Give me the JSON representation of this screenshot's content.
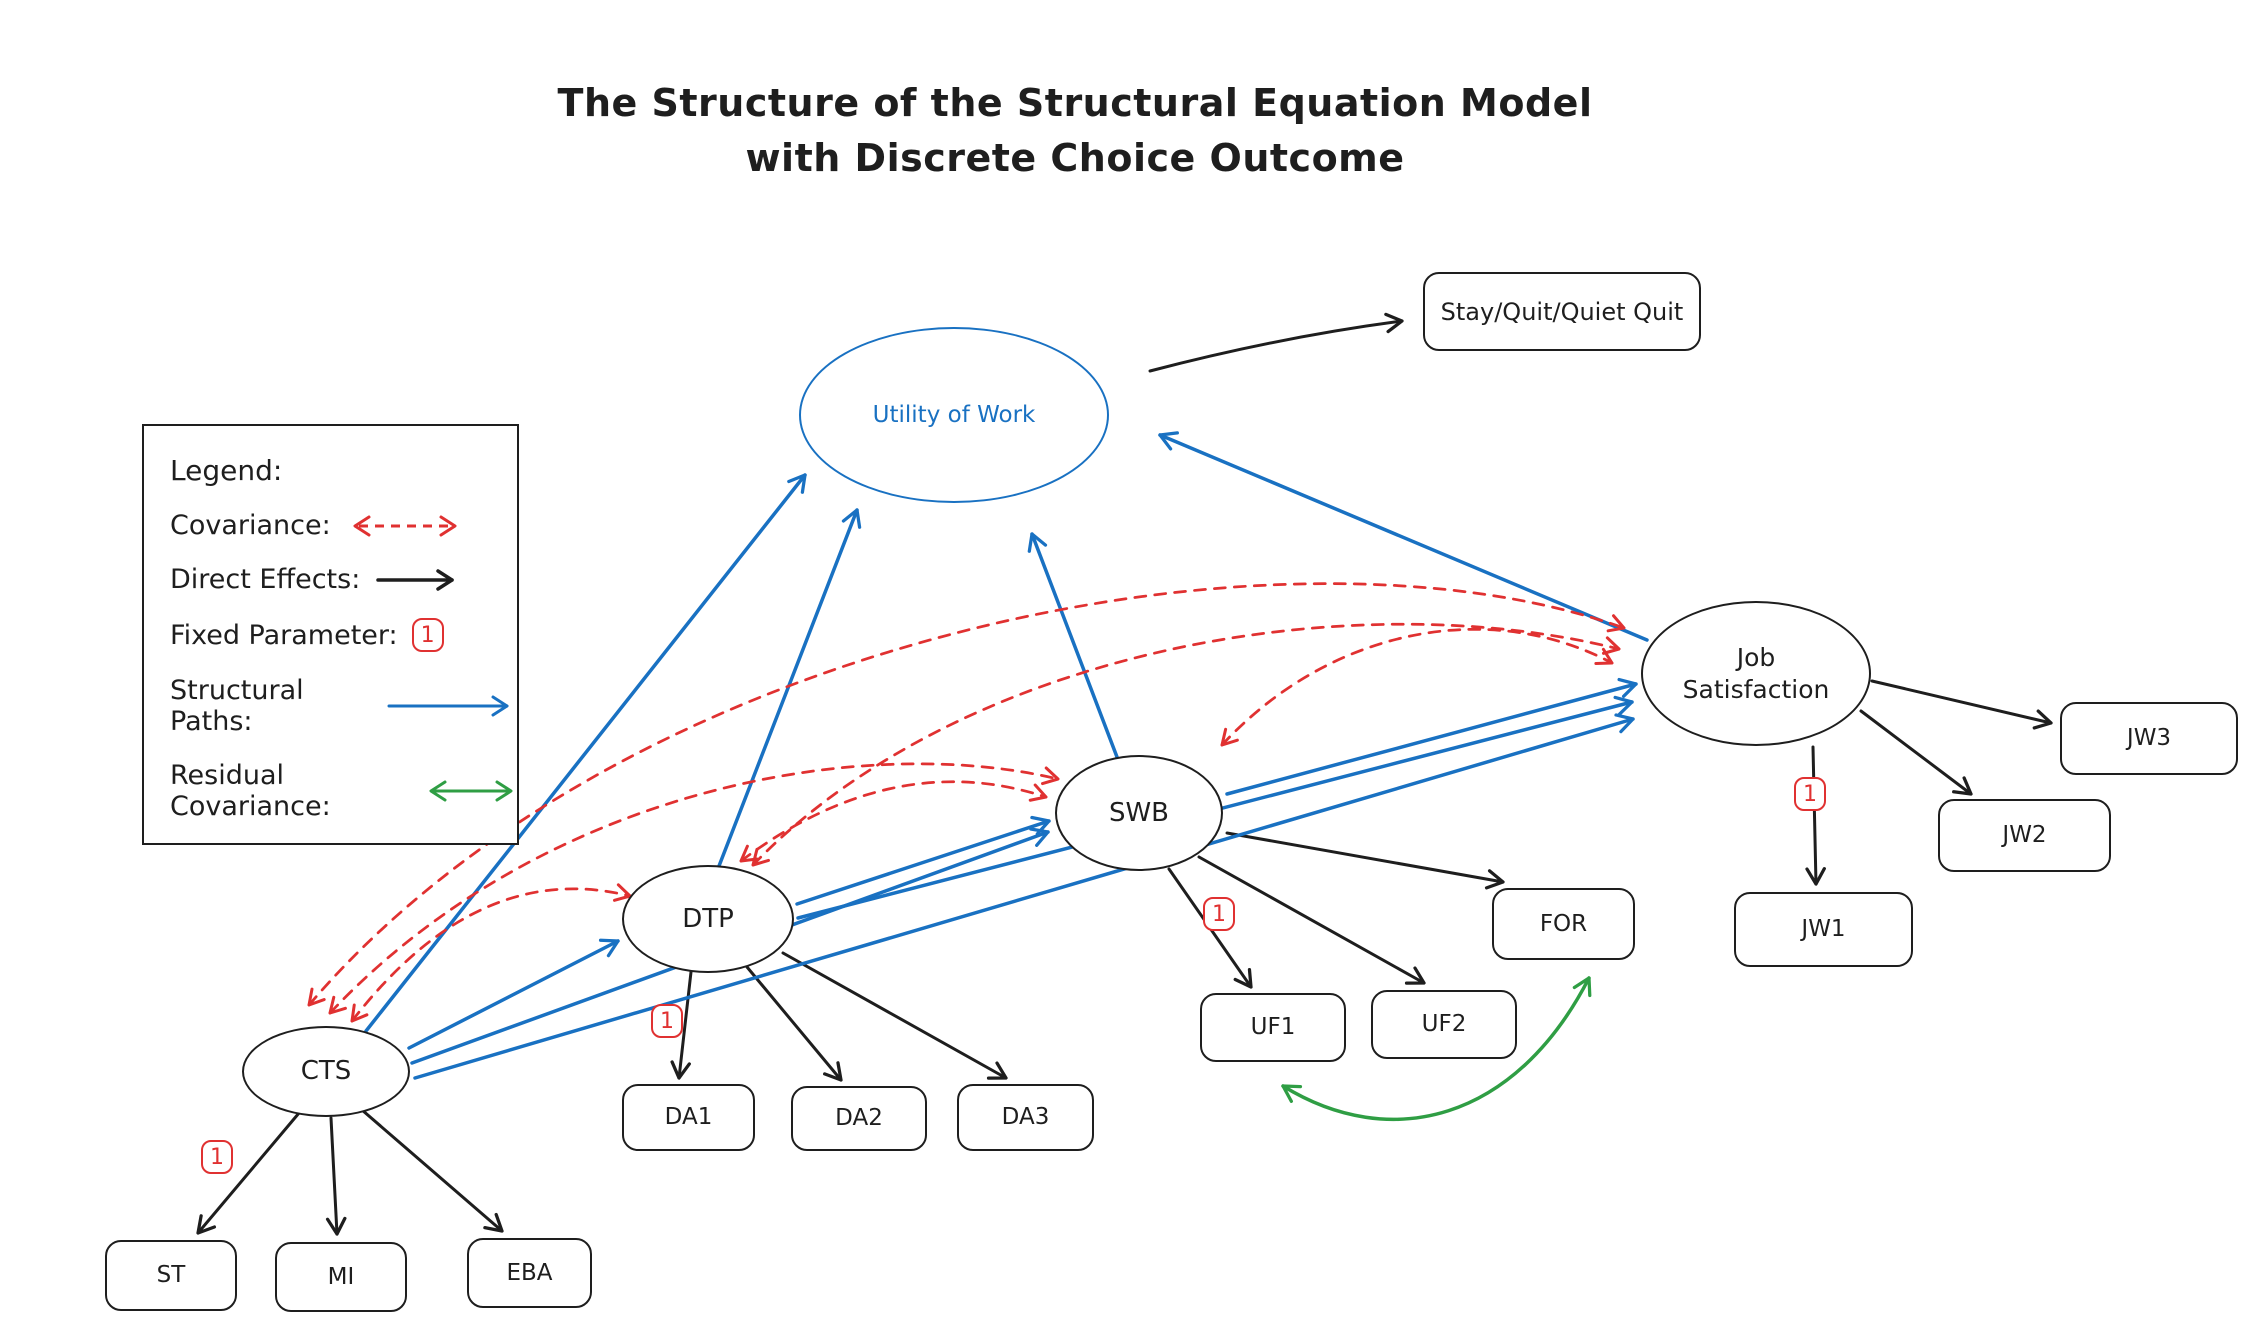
{
  "title": {
    "line1": "The Structure of the Structural Equation Model",
    "line2": "with Discrete Choice Outcome"
  },
  "legend": {
    "heading": "Legend:",
    "covariance_label": "Covariance:",
    "direct_effects_label": "Direct Effects:",
    "fixed_parameter_label": "Fixed Parameter:",
    "structural_paths_label": "Structural Paths:",
    "residual_covariance_label": "Residual Covariance:"
  },
  "fixed_parameter": "1",
  "nodes": {
    "utility_of_work": "Utility of Work",
    "outcome": "Stay/Quit/Quiet Quit",
    "job_satisfaction": {
      "line1": "Job",
      "line2": "Satisfaction"
    },
    "swb": "SWB",
    "dtp": "DTP",
    "cts": "CTS",
    "jw1": "JW1",
    "jw2": "JW2",
    "jw3": "JW3",
    "for": "FOR",
    "uf1": "UF1",
    "uf2": "UF2",
    "da1": "DA1",
    "da2": "DA2",
    "da3": "DA3",
    "st": "ST",
    "mi": "MI",
    "eba": "EBA"
  },
  "colors": {
    "direct_effect": "#1e1e1e",
    "covariance": "#e03131",
    "structural_path": "#1971c2",
    "residual_covariance": "#2f9e44"
  }
}
